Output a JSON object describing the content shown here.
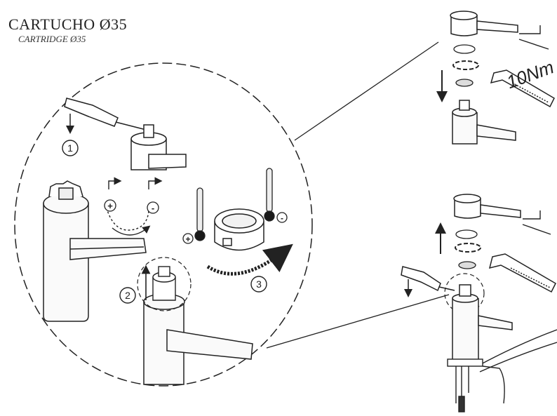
{
  "title": {
    "main": "CARTUCHO Ø35",
    "sub": "CARTRIDGE Ø35"
  },
  "steps": [
    "1",
    "2",
    "3"
  ],
  "torque_label": "10Nm",
  "temperature_signs": {
    "hot": "+",
    "cold": "-"
  },
  "colors": {
    "line": "#222222",
    "fill_light": "#f4f4f4",
    "fill_dark": "#1a1a1a",
    "background": "#ffffff"
  }
}
